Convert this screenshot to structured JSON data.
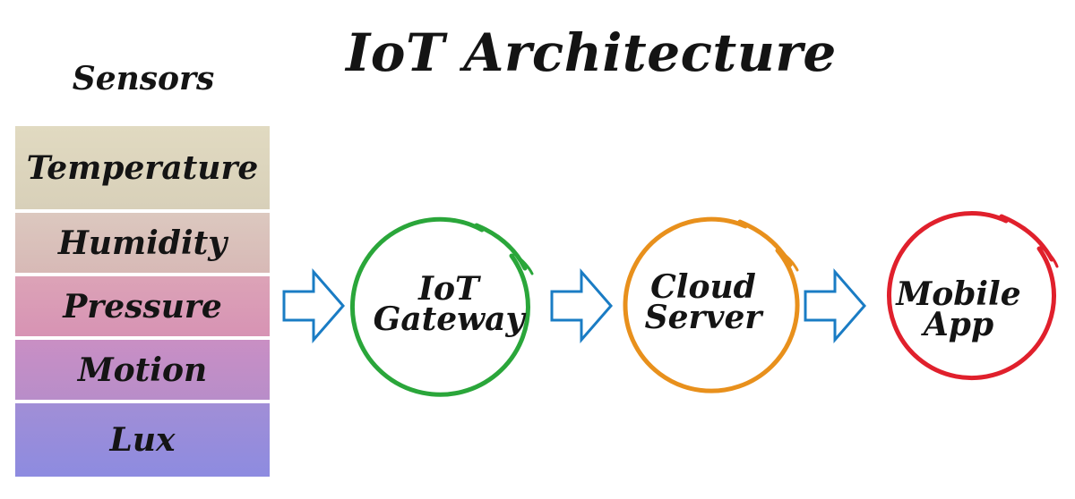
{
  "title": "IoT Architecture",
  "sensors": {
    "heading": "Sensors",
    "items": [
      "Temperature",
      "Humidity",
      "Pressure",
      "Motion",
      "Lux"
    ]
  },
  "nodes": [
    {
      "line1": "IoT",
      "line2": "Gateway",
      "color": "#2aa63a"
    },
    {
      "line1": "Cloud",
      "line2": "Server",
      "color": "#e8901c"
    },
    {
      "line1": "Mobile",
      "line2": "App",
      "color": "#e0202c"
    }
  ],
  "colors": {
    "arrow_stroke": "#1a7cc4",
    "sensor_bands": [
      "#ddd5bd",
      "#d9c0ba",
      "#d99bb5",
      "#c08ec7",
      "#968cdb"
    ]
  },
  "icons": {
    "flow_arrow": "right-hollow-arrow-icon"
  }
}
